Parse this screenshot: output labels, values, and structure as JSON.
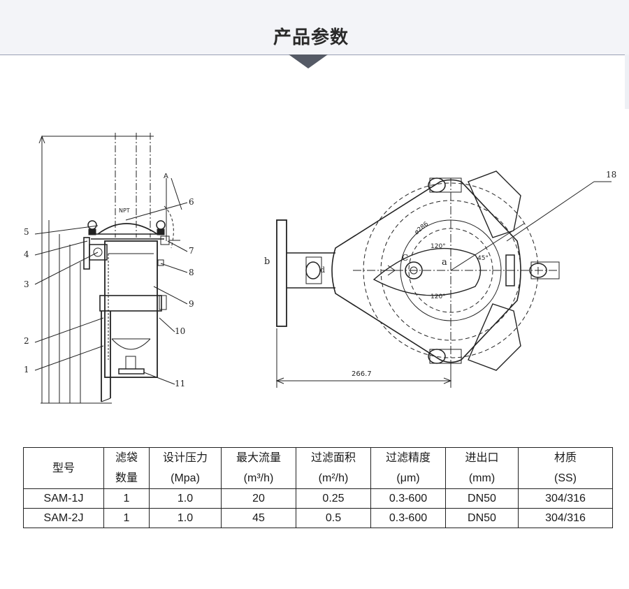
{
  "header": {
    "title": "产品参数"
  },
  "side_view": {
    "labels": [
      "1",
      "2",
      "3",
      "4",
      "5",
      "6",
      "7",
      "8",
      "9",
      "10",
      "11"
    ],
    "npt_label": "NPT",
    "a_label": "A"
  },
  "top_view": {
    "labels": {
      "callout": "18",
      "b": "b",
      "c": "C",
      "a": "a",
      "d": "d"
    },
    "dimension": "266.7",
    "angles": [
      "120°",
      "120°",
      "45°"
    ],
    "diameter": "ø286"
  },
  "table": {
    "headers": [
      {
        "line1": "型号",
        "line2": ""
      },
      {
        "line1": "滤袋",
        "line2": "数量"
      },
      {
        "line1": "设计压力",
        "line2": "(Mpa)"
      },
      {
        "line1": "最大流量",
        "line2": "(m³/h)"
      },
      {
        "line1": "过滤面积",
        "line2": "(m²/h)"
      },
      {
        "line1": "过滤精度",
        "line2": "(μm)"
      },
      {
        "line1": "进出口",
        "line2": "(mm)"
      },
      {
        "line1": "材质",
        "line2": "(SS)"
      }
    ],
    "rows": [
      [
        "SAM-1J",
        "1",
        "1.0",
        "20",
        "0.25",
        "0.3-600",
        "DN50",
        "304/316"
      ],
      [
        "SAM-2J",
        "1",
        "1.0",
        "45",
        "0.5",
        "0.3-600",
        "DN50",
        "304/316"
      ]
    ]
  }
}
